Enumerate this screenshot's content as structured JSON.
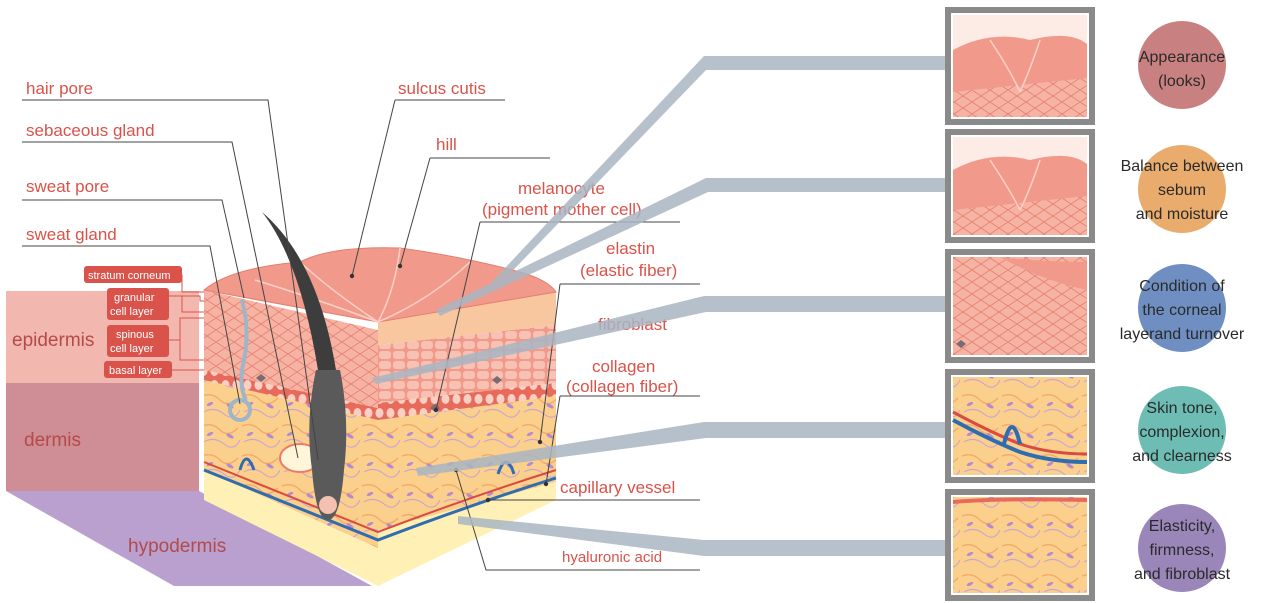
{
  "labels": {
    "hair_pore": "hair pore",
    "sebaceous_gland": "sebaceous gland",
    "sweat_pore": "sweat pore",
    "sweat_gland": "sweat gland",
    "sulcus_cutis": "sulcus cutis",
    "hill": "hill",
    "melanocyte_1": "melanocyte",
    "melanocyte_2": "(pigment mother cell)",
    "elastin_1": "elastin",
    "elastin_2": "(elastic fiber)",
    "fibroblast": "fibroblast",
    "collagen_1": "collagen",
    "collagen_2": "(collagen fiber)",
    "capillary_vessel": "capillary vessel",
    "hyaluronic_acid": "hyaluronic acid"
  },
  "layer_tags": {
    "stratum_corneum": "stratum corneum",
    "granular_1": "granular",
    "granular_2": "cell layer",
    "spinous_1": "spinous",
    "spinous_2": "cell layer",
    "basal": "basal layer"
  },
  "zones": {
    "epidermis": "epidermis",
    "dermis": "dermis",
    "hypodermis": "hypodermis"
  },
  "aspects": [
    {
      "lines": [
        "Appearance",
        "(looks)"
      ],
      "color": "#c98080"
    },
    {
      "lines": [
        "Balance between",
        "sebum",
        "and moisture"
      ],
      "color": "#e9ac6c"
    },
    {
      "lines": [
        "Condition of",
        "the corneal",
        "layerand turnover"
      ],
      "color": "#6f8fc2"
    },
    {
      "lines": [
        "Skin tone,",
        "complexion,",
        "and clearness"
      ],
      "color": "#6dbdb4"
    },
    {
      "lines": [
        "Elasticity,",
        "firmness,",
        "and fibroblast"
      ],
      "color": "#9b86ba"
    }
  ],
  "colors": {
    "label_red": "#d9534a",
    "epidermis_band": "#f2b8b0",
    "dermis_band": "#cf8e95",
    "hypodermis_band": "#b9a0cf",
    "panel_frame": "#8a8a8a",
    "connector": "#a9b6c2"
  }
}
